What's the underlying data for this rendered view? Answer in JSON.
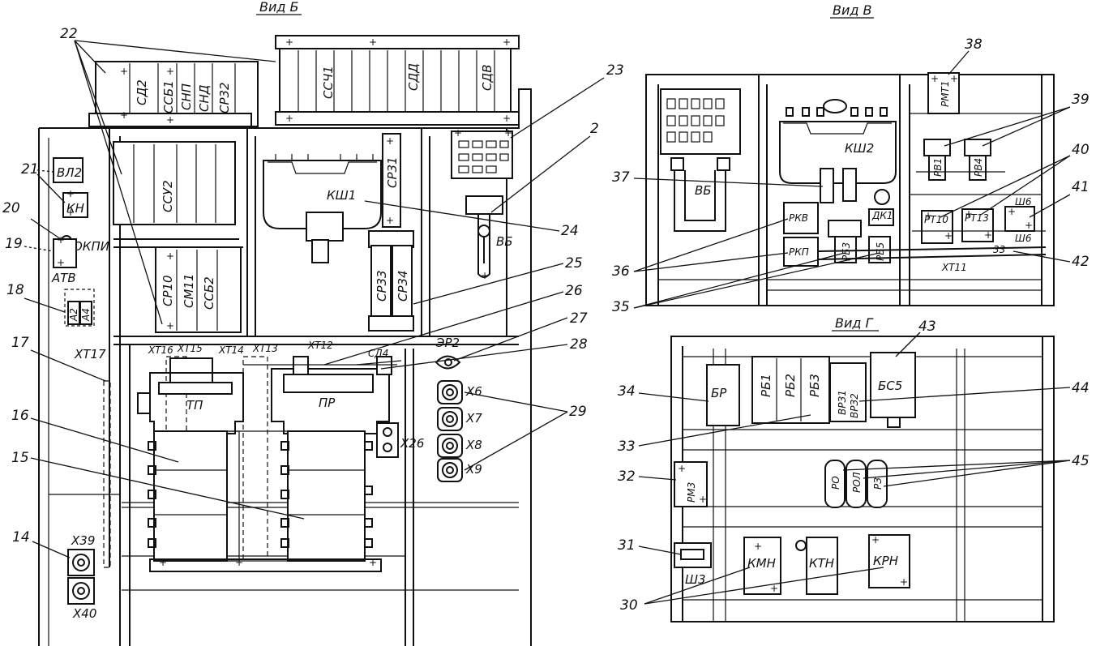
{
  "views": {
    "b": "Вид Б",
    "v": "Вид В",
    "g": "Вид Г"
  },
  "numbers": {
    "n2": "2",
    "n14": "14",
    "n15": "15",
    "n16": "16",
    "n17": "17",
    "n18": "18",
    "n19": "19",
    "n20": "20",
    "n21": "21",
    "n22": "22",
    "n23": "23",
    "n24": "24",
    "n25": "25",
    "n26": "26",
    "n27": "27",
    "n28": "28",
    "n29": "29",
    "n30": "30",
    "n31": "31",
    "n32": "32",
    "n33": "33",
    "n34": "34",
    "n35": "35",
    "n36": "36",
    "n37": "37",
    "n38": "38",
    "n39": "39",
    "n40": "40",
    "n41": "41",
    "n42": "42",
    "n43": "43",
    "n44": "44",
    "n45": "45"
  },
  "labels": {
    "sd2": "СД2",
    "ssb1": "ССБ1",
    "snp": "СНП",
    "snd": "СНД",
    "sr32": "СР32",
    "ssch1": "ССЧ1",
    "sdd": "СДД",
    "sdv": "СДВ",
    "ssu2": "ССУ2",
    "sr31": "СР31",
    "ksh1": "КШ1",
    "sr33": "СР33",
    "sr34": "СР34",
    "vb_b": "ВБ",
    "sr10": "СР10",
    "sm11": "СМ11",
    "ssb2": "ССБ2",
    "vl2": "ВЛ2",
    "kn": "КН",
    "okpi": "ОКПИ",
    "atv": "АТВ",
    "a2": "А2",
    "a4": "А4",
    "xt17": "ХТ17",
    "xt16": "ХТ16",
    "xt15": "ХТ15",
    "xt14": "ХТ14",
    "xt13": "ХТ13",
    "xt12": "ХТ12",
    "sd4": "СД4",
    "tp": "ТП",
    "pr": "ПР",
    "er2": "ЭР2",
    "x6": "Х6",
    "x7": "Х7",
    "x8": "Х8",
    "x9": "Х9",
    "x26": "Х26",
    "x39": "Х39",
    "x40": "Х40",
    "rmt1": "РМТ1",
    "ksh2": "КШ2",
    "vb_v": "ВБ",
    "rkv": "РКВ",
    "rkp": "РКП",
    "rb3": "РБ3",
    "rb5": "РБ5",
    "dk1": "ДК1",
    "rv1": "РВ1",
    "rv4": "РВ4",
    "rt10": "РТ10",
    "rt13": "РТ13",
    "sh6a": "Ш6",
    "sh6b": "Ш6",
    "xt11": "ХТ11",
    "n33v": "33",
    "br": "БР",
    "rb1": "РБ1",
    "rb2": "РБ2",
    "rb3g": "РБ3",
    "vr31": "ВРЗ1",
    "vr32": "ВРЗ2",
    "bs5": "БС5",
    "rm3": "РМ3",
    "ro": "РО",
    "rol": "РОЛ",
    "rz": "РЗ",
    "sh3": "Ш3",
    "kmn": "КМН",
    "ktn": "КТН",
    "krn": "КРН"
  }
}
